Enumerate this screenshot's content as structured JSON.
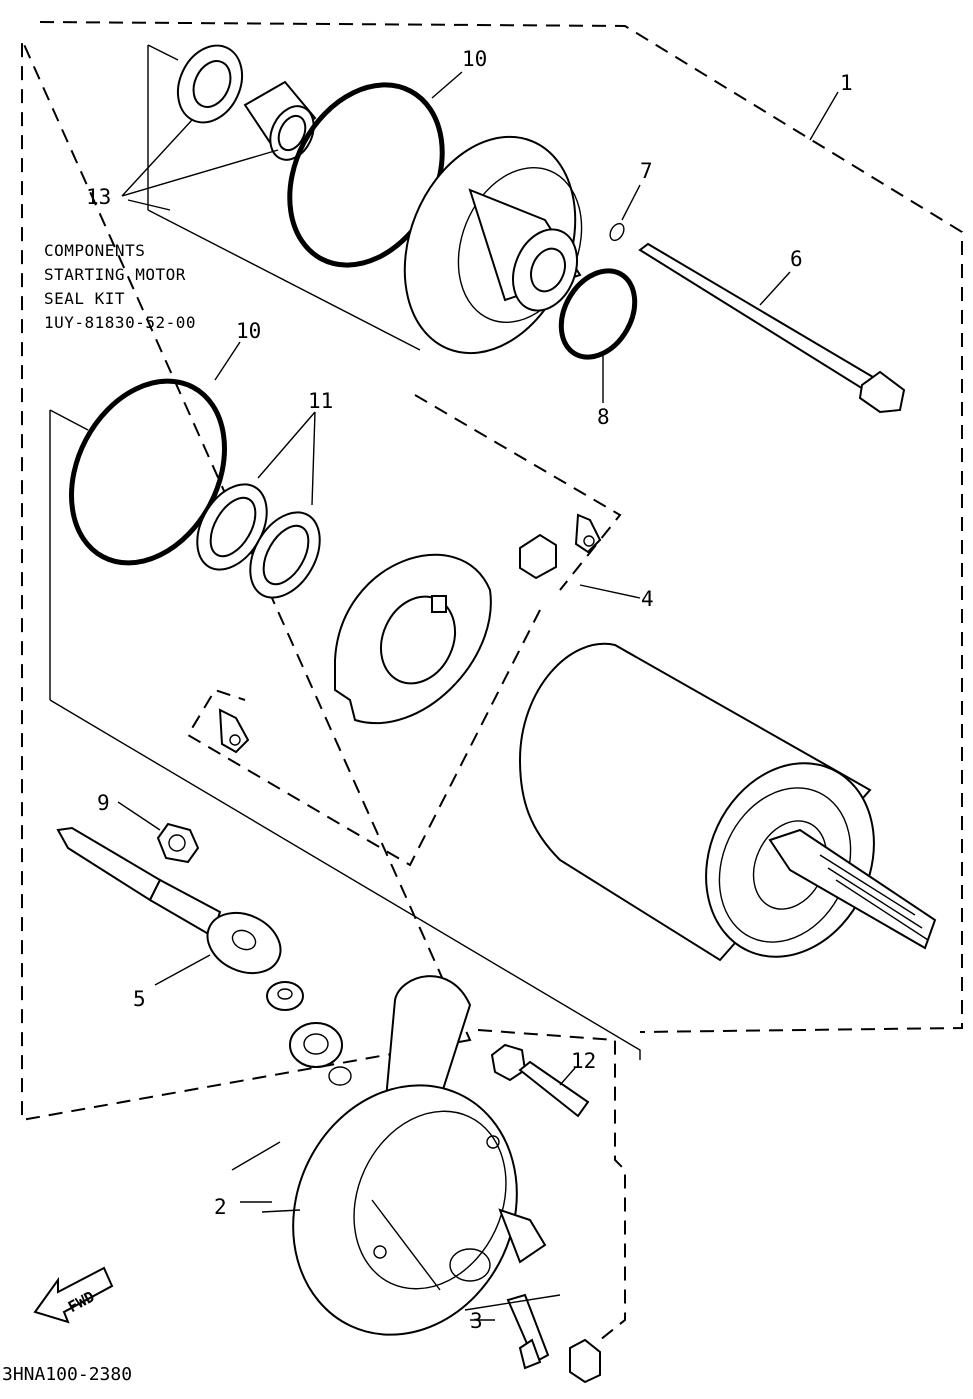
{
  "note": {
    "line1": "COMPONENTS",
    "line2": "STARTING MOTOR",
    "line3": "SEAL KIT",
    "line4": "1UY-81830-52-00"
  },
  "callouts": {
    "c1": "1",
    "c2": "2",
    "c3": "3",
    "c4": "4",
    "c5": "5",
    "c6": "6",
    "c7": "7",
    "c8": "8",
    "c9": "9",
    "c10a": "10",
    "c10b": "10",
    "c11": "11",
    "c12": "12",
    "c13": "13"
  },
  "fwd_label": "FWD",
  "drawing_code": "3HNA100-2380"
}
